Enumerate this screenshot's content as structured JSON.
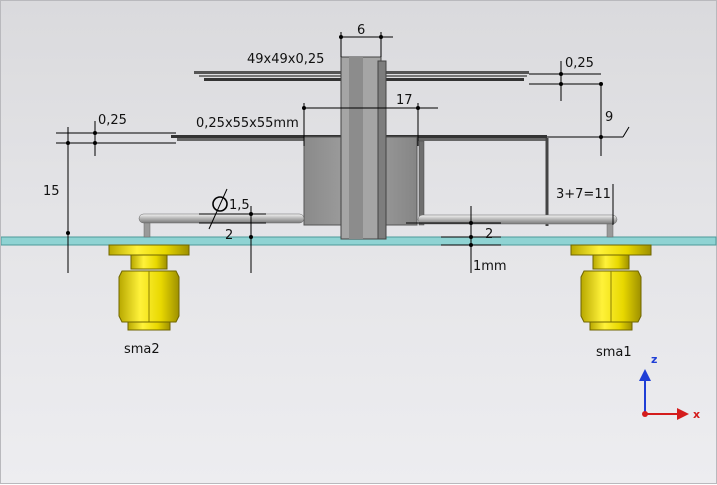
{
  "colors": {
    "background": "#e4e4e7",
    "substrate": "#8fd3d3",
    "connector": "#f2e400",
    "metal": "#8d8d8d",
    "dimension_line": "#000000",
    "axis_z": "#1f3fd6",
    "axis_x": "#d41c1c"
  },
  "dimensions": {
    "d6": "6",
    "d49": "49x49x0,25",
    "d025_right": "0,25",
    "d17": "17",
    "d9": "9",
    "d025_left": "0,25",
    "d055": "0,25x55x55mm",
    "d15": "15",
    "d_diam": "1,5",
    "d2_left": "2",
    "d2_right": "2",
    "d1mm": "1mm",
    "d3711": "3+7=11"
  },
  "ports": {
    "left": "sma2",
    "right": "sma1"
  },
  "axes": {
    "z": "z",
    "x": "x"
  }
}
